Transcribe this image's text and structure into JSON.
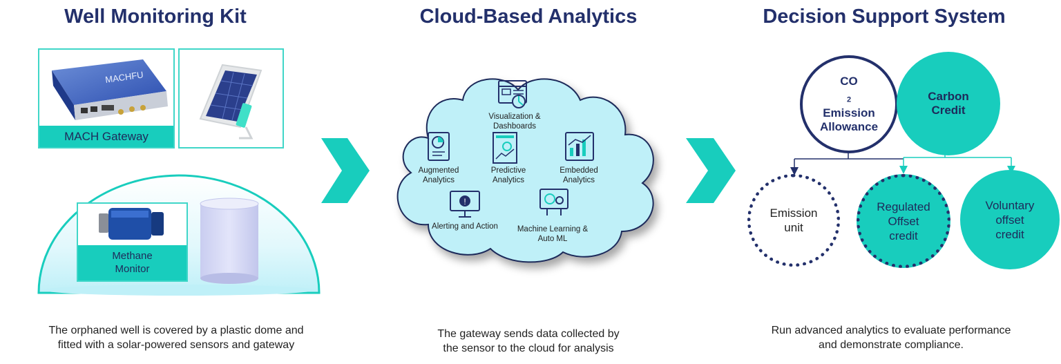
{
  "sections": {
    "kit": {
      "title": "Well Monitoring Kit",
      "gateway_label": "MACH Gateway",
      "gateway_brand": "MACHFU",
      "methane_label_1": "Methane",
      "methane_label_2": "Monitor",
      "caption_1": "The orphaned well is covered by a plastic dome and",
      "caption_2": "fitted with a solar-powered sensors and gateway"
    },
    "cloud": {
      "title": "Cloud-Based Analytics",
      "items": [
        {
          "line1": "Visualization &",
          "line2": "Dashboards",
          "icon": "dashboard-icon"
        },
        {
          "line1": "Augmented",
          "line2": "Analytics",
          "icon": "augmented-analytics-icon"
        },
        {
          "line1": "Predictive",
          "line2": "Analytics",
          "icon": "predictive-analytics-icon"
        },
        {
          "line1": "Embedded",
          "line2": "Analytics",
          "icon": "embedded-analytics-icon"
        },
        {
          "line1": "Alerting and Action",
          "line2": "",
          "icon": "alert-monitor-icon"
        },
        {
          "line1": "Machine Learning &",
          "line2": "Auto ML",
          "icon": "machine-learning-icon"
        }
      ],
      "caption_1": "The gateway sends data collected by",
      "caption_2": "the sensor to the cloud for analysis"
    },
    "decision": {
      "title": "Decision Support System",
      "co2_main": "CO",
      "co2_sub": "2",
      "co2_line2": "Emission",
      "co2_line3": "Allowance",
      "carbon_line1": "Carbon",
      "carbon_line2": "Credit",
      "emission_line1": "Emission",
      "emission_line2": "unit",
      "regulated_line1": "Regulated",
      "regulated_line2": "Offset",
      "regulated_line3": "credit",
      "voluntary_line1": "Voluntary",
      "voluntary_line2": "offset",
      "voluntary_line3": "credit",
      "caption_1": "Run advanced analytics to evaluate performance",
      "caption_2": "and demonstrate compliance."
    }
  },
  "colors": {
    "teal": "#18cdbd",
    "navy": "#23306b",
    "cloud": "#bff0f8",
    "dome": "#d8f6fb"
  }
}
